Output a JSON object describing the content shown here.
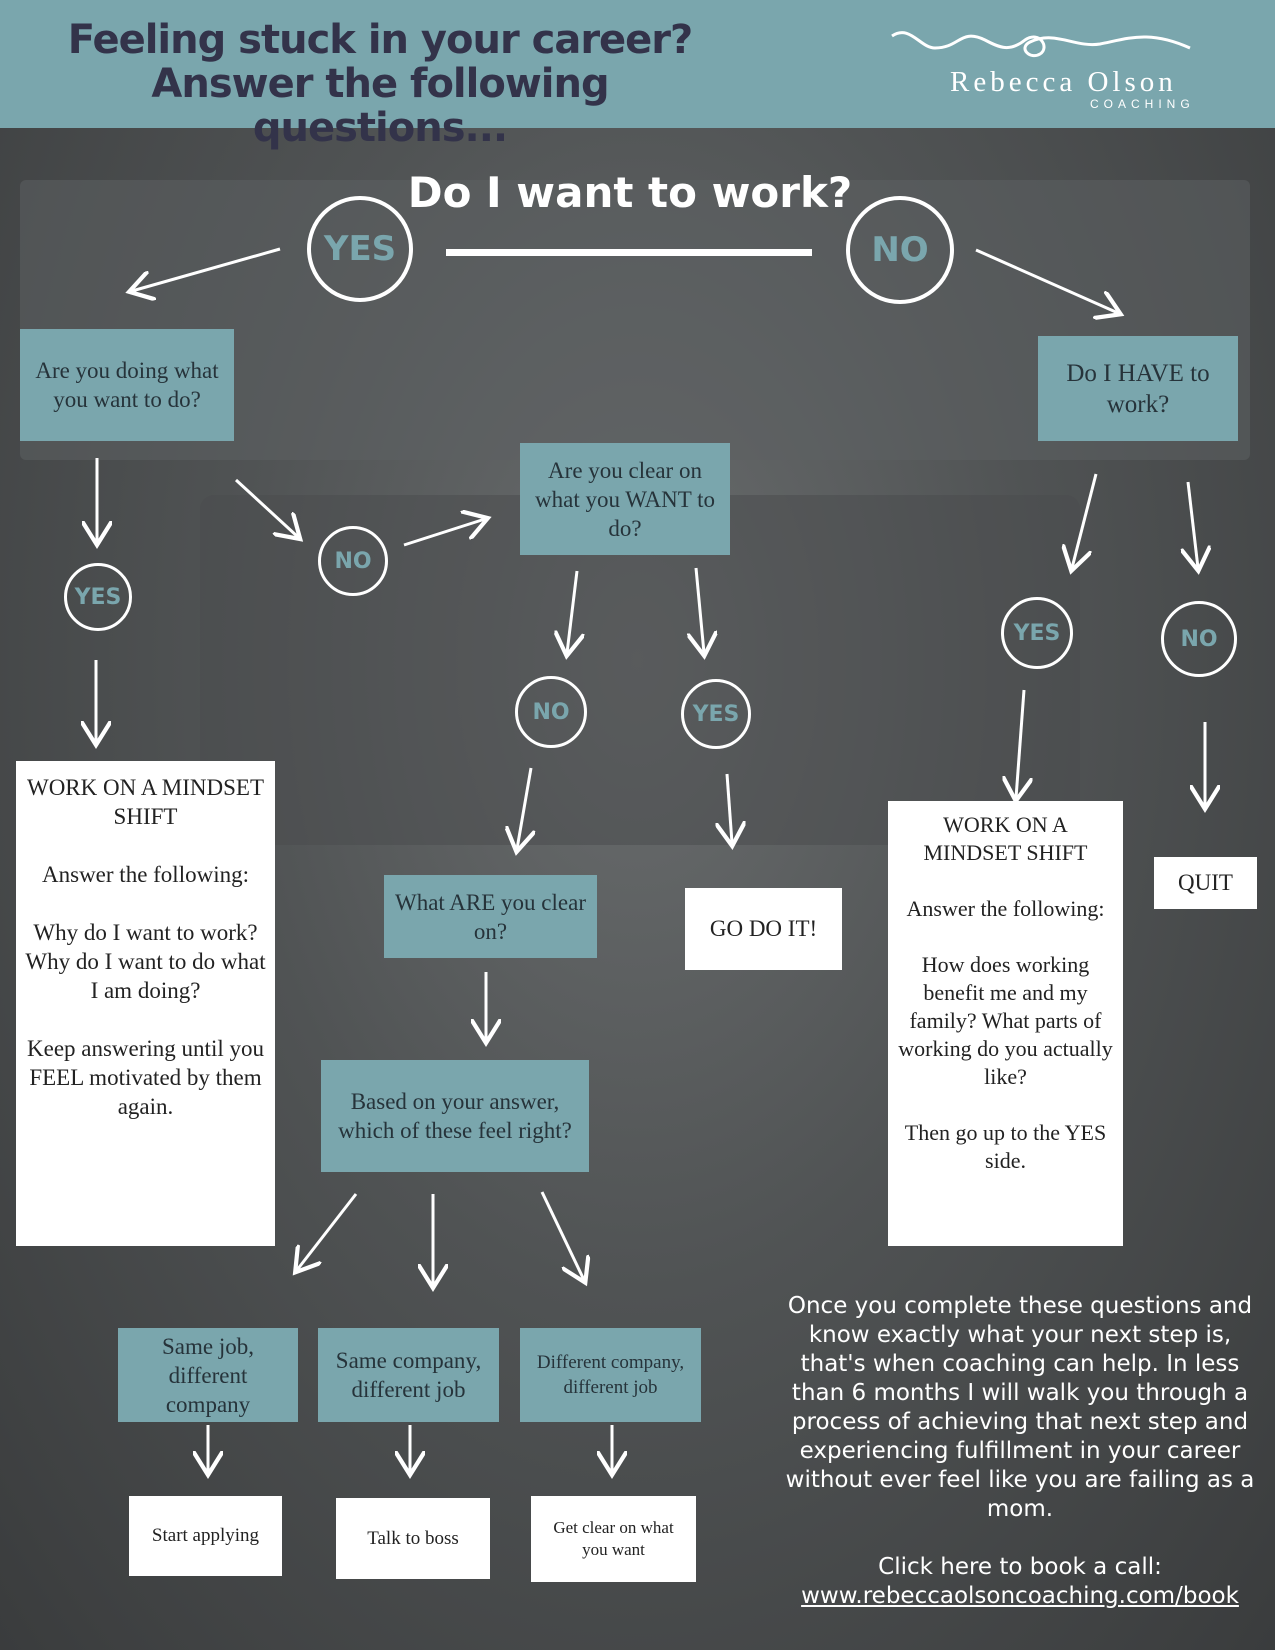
{
  "header": {
    "title_line1": "Feeling stuck in your career?",
    "title_line2": "Answer the following questions...",
    "logo_name": "Rebecca Olson",
    "logo_sub": "COACHING"
  },
  "colors": {
    "teal": "#7aa6ad",
    "dark_text": "#33334a",
    "white": "#ffffff"
  },
  "main_question": "Do I want to work?",
  "answers": {
    "yes": "YES",
    "no": "NO"
  },
  "left": {
    "q1": "Are you doing what you want to do?",
    "yes_label": "YES",
    "no_label": "NO",
    "mindset_title": "WORK ON A MINDSET SHIFT",
    "mindset_intro": "Answer the following:",
    "mindset_questions": "Why do I want to work? Why do I want to do what I am doing?",
    "mindset_keep": "Keep answering until you FEEL motivated by them again."
  },
  "center": {
    "q2": "Are you clear on what you WANT to do?",
    "no_label": "NO",
    "yes_label": "YES",
    "q3": "What ARE you clear on?",
    "go": "GO DO IT!",
    "q4": "Based on your answer, which of these feel right?",
    "options": [
      {
        "label": "Same job, different company",
        "action": "Start applying"
      },
      {
        "label": "Same company, different job",
        "action": "Talk to boss"
      },
      {
        "label": "Different company, different job",
        "action": "Get clear on what you want"
      }
    ]
  },
  "right": {
    "q1": "Do I HAVE to work?",
    "yes_label": "YES",
    "no_label": "NO",
    "quit": "QUIT",
    "mindset_title": "WORK ON A MINDSET SHIFT",
    "mindset_intro": "Answer the following:",
    "mindset_questions": "How does working benefit me and my family? What parts of working do you actually like?",
    "mindset_then": "Then go up to the YES side."
  },
  "cta": {
    "text": "Once you complete these questions and know exactly what your next step is, that's when coaching can help. In less than 6 months I will walk you through a process of achieving that next step and experiencing fulfillment in your career without ever feel like you are failing as a mom.",
    "book": "Click here to book a call:",
    "link": "www.rebeccaolsoncoaching.com/book"
  }
}
